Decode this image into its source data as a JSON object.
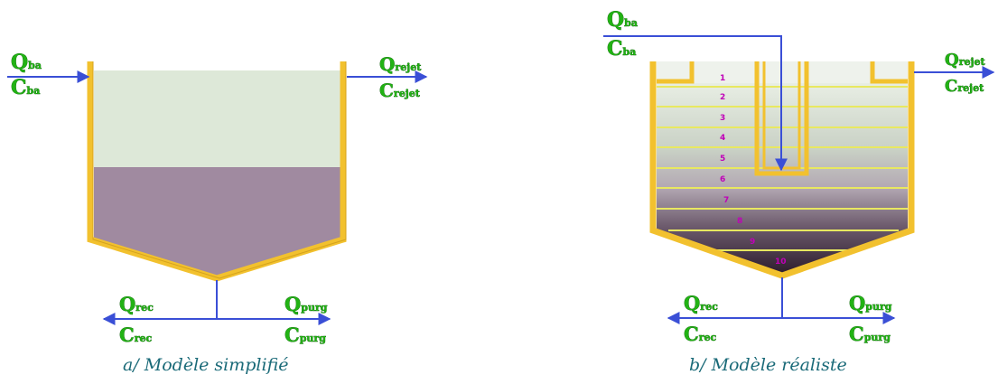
{
  "panels": [
    {
      "caption": "a/ Modèle simplifié",
      "labels": {
        "q_in": "Q",
        "q_in_sub": "ba",
        "c_in": "C",
        "c_in_sub": "ba",
        "q_out": "Q",
        "q_out_sub": "rejet",
        "c_out": "C",
        "c_out_sub": "rejet",
        "q_rec": "Q",
        "q_rec_sub": "rec",
        "c_rec": "C",
        "c_rec_sub": "rec",
        "q_purg": "Q",
        "q_purg_sub": "purg",
        "c_purg": "C",
        "c_purg_sub": "purg"
      }
    },
    {
      "caption": "b/ Modèle réaliste",
      "labels": {
        "q_in": "Q",
        "q_in_sub": "ba",
        "c_in": "C",
        "c_in_sub": "ba",
        "q_out": "Q",
        "q_out_sub": "rejet",
        "c_out": "C",
        "c_out_sub": "rejet",
        "q_rec": "Q",
        "q_rec_sub": "rec",
        "c_rec": "C",
        "c_rec_sub": "rec",
        "q_purg": "Q",
        "q_purg_sub": "purg",
        "c_purg": "C",
        "c_purg_sub": "purg"
      },
      "layers": [
        "1",
        "2",
        "3",
        "4",
        "5",
        "6",
        "7",
        "8",
        "9",
        "10"
      ]
    }
  ],
  "colors": {
    "wall": "#f2c12e",
    "wall_stroke": "#b8860b",
    "flow_arrow": "#3a4fd6",
    "clear_water": "#dde8d8",
    "sludge": "#a08aa0",
    "layer_line": "#e8e860",
    "layer_label": "#c000b8",
    "flow_text": "#22b214",
    "caption_text": "#1a6a78"
  }
}
